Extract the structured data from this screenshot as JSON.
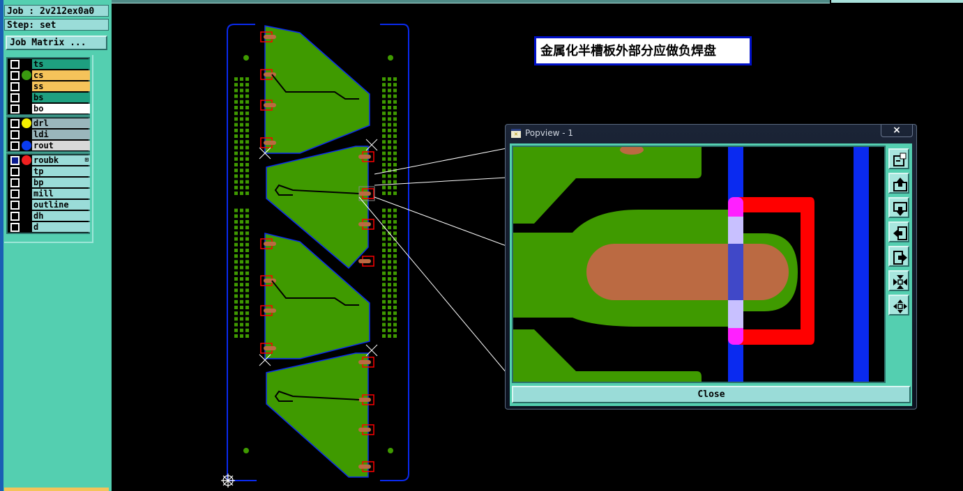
{
  "job": {
    "label": "Job : 2v212ex0a0",
    "step": "Step: set",
    "matrix_button": "Job Matrix ..."
  },
  "layer_groups": [
    {
      "layers": [
        {
          "name": "ts",
          "bg": "#1ea080",
          "dot": null
        },
        {
          "name": "cs",
          "bg": "#f5c35a",
          "dot": "#3a9a10"
        },
        {
          "name": "ss",
          "bg": "#f5c35a",
          "dot": null
        },
        {
          "name": "bs",
          "bg": "#1ea080",
          "dot": null
        },
        {
          "name": "bo",
          "bg": "#ffffff",
          "dot": null
        }
      ]
    },
    {
      "layers": [
        {
          "name": "drl",
          "bg": "#9ab6bc",
          "dot": "#f5f000"
        },
        {
          "name": "ldi",
          "bg": "#9ab6bc",
          "dot": null
        },
        {
          "name": "rout",
          "bg": "#d8d8d8",
          "dot": "#0a3cf0"
        }
      ]
    },
    {
      "layers": [
        {
          "name": "roubk",
          "bg": "#9adcd8",
          "dot": "#f02020",
          "selected": true,
          "expand": "⊞"
        },
        {
          "name": "tp",
          "bg": "#9adcd8",
          "dot": null
        },
        {
          "name": "bp",
          "bg": "#9adcd8",
          "dot": null
        },
        {
          "name": "mill",
          "bg": "#9adcd8",
          "dot": null
        },
        {
          "name": "outline",
          "bg": "#9adcd8",
          "dot": null
        },
        {
          "name": "dh",
          "bg": "#9adcd8",
          "dot": null
        },
        {
          "name": "d",
          "bg": "#9adcd8",
          "dot": null
        }
      ]
    }
  ],
  "annotation": "金属化半槽板外部分应做负焊盘",
  "popview": {
    "title": "Popview - 1",
    "close_x": "×",
    "close_button": "Close",
    "tools": [
      "zoom-window-icon",
      "pan-up-icon",
      "pan-down-icon",
      "pan-left-icon",
      "pan-right-icon",
      "zoom-in-icon",
      "zoom-out-icon"
    ]
  },
  "colors": {
    "copper": "#3f9a00",
    "pad": "#bb6a42",
    "rout": "#0a2af0",
    "roubk": "#ff0000",
    "panel": "#54cfb0"
  }
}
